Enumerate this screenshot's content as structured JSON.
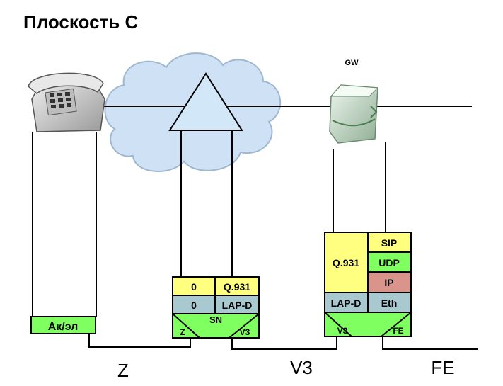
{
  "title": "Плоскость С",
  "gateway_label": "GW",
  "colors": {
    "yellow": "#FFFF80",
    "green": "#80FF60",
    "blue_gray": "#A9C9D0",
    "salmon": "#D9958C",
    "cloud": "#CFE2F5",
    "triangle": "#D2E8F8"
  },
  "icons": [
    "telephone-icon",
    "network-cloud-icon",
    "switch-triangle-icon",
    "gateway-server-icon"
  ],
  "subscriber_block": {
    "label": "Ак/эл"
  },
  "sn_block": {
    "row1": [
      "0",
      "Q.931"
    ],
    "row2": [
      "0",
      "LAP-D"
    ],
    "node_label": "SN",
    "left_port": "Z",
    "right_port": "V3"
  },
  "gw_block": {
    "q931": "Q.931",
    "sip": "SIP",
    "udp": "UDP",
    "ip": "IP",
    "lapd": "LAP-D",
    "eth": "Eth",
    "left_port": "V3",
    "right_port": "FE"
  },
  "interfaces": {
    "z": "Z",
    "v3": "V3",
    "fe": "FE"
  }
}
